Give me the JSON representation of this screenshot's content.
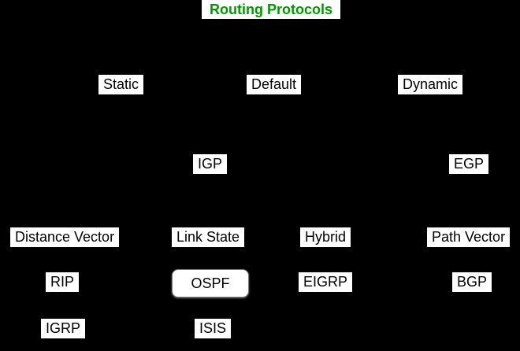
{
  "diagram": {
    "title": "Routing Protocols",
    "nodes": {
      "static": "Static",
      "default": "Default",
      "dynamic": "Dynamic",
      "igp": "IGP",
      "egp": "EGP",
      "distance_vector": "Distance Vector",
      "link_state": "Link State",
      "hybrid": "Hybrid",
      "path_vector": "Path Vector",
      "rip": "RIP",
      "ospf": "OSPF",
      "eigrp": "EIGRP",
      "bgp": "BGP",
      "igrp": "IGRP",
      "isis": "ISIS"
    }
  },
  "colors": {
    "background": "#000000",
    "node_background": "#ffffff",
    "node_text": "#000000",
    "title_text": "#009900",
    "ospf_border": "#777777"
  }
}
